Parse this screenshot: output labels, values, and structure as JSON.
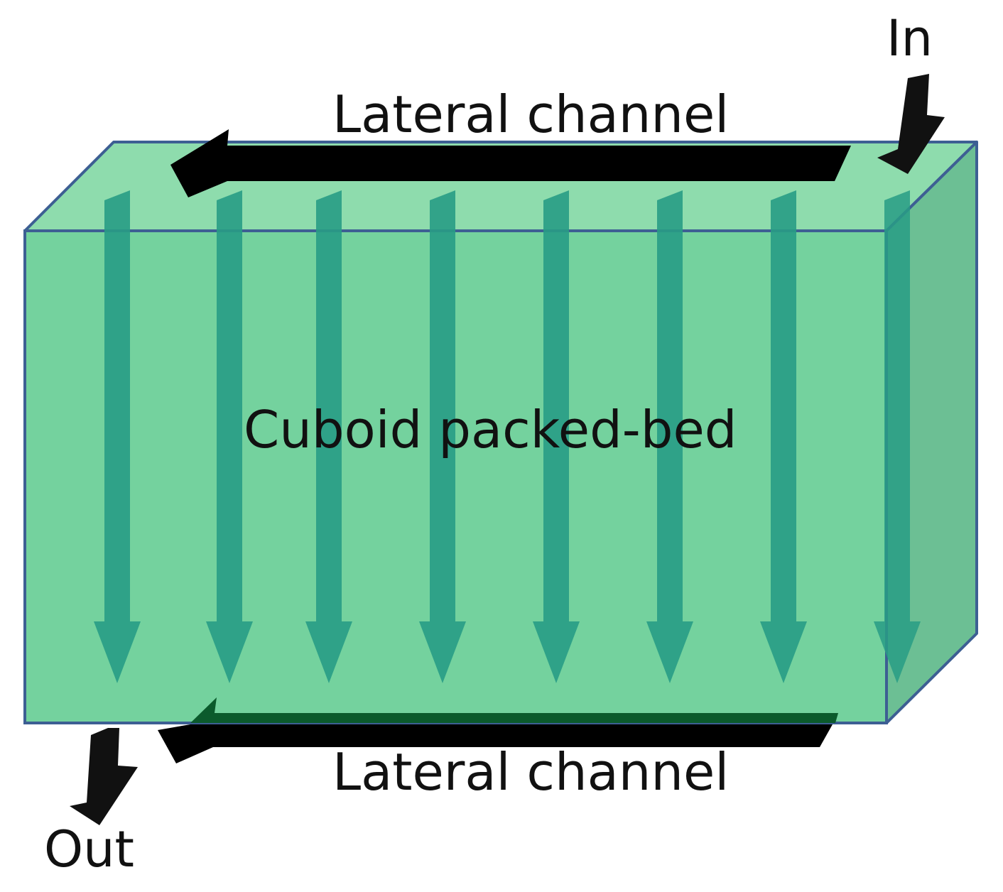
{
  "labels": {
    "inlet": "In",
    "outlet": "Out",
    "top_channel": "Lateral channel",
    "bottom_channel": "Lateral channel",
    "bed": "Cuboid packed-bed"
  },
  "colors": {
    "front_face": "#74d29e",
    "top_face": "#8edcad",
    "side_face": "#6cbf94",
    "edge": "#3d5f93",
    "flow_arrow": "#289c85",
    "channel_arrow": "#000000",
    "port_arrow": "#111111",
    "bottom_channel_accent": "#0b5a2c"
  },
  "flow_arrows": {
    "count": 8,
    "direction": "down"
  }
}
